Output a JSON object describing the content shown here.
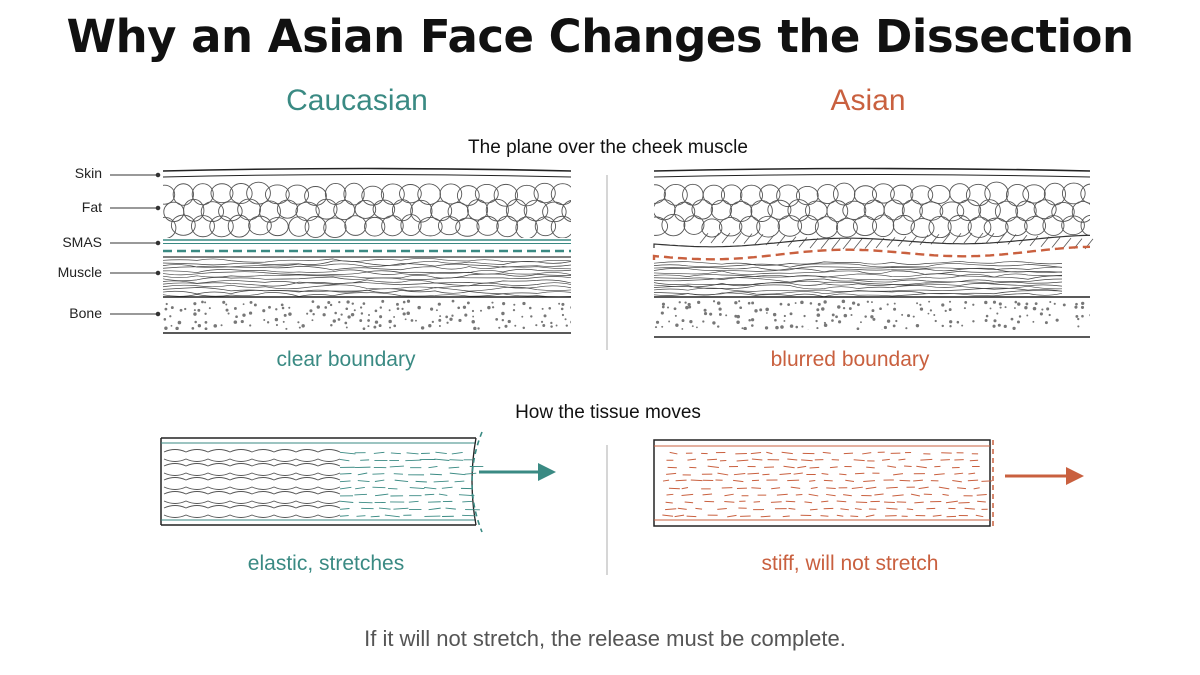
{
  "title": "Why an Asian Face Changes the Dissection",
  "columns": {
    "left": {
      "heading": "Caucasian"
    },
    "right": {
      "heading": "Asian"
    }
  },
  "sections": {
    "plane": {
      "label": "The plane over the cheek muscle",
      "layers": [
        "Skin",
        "Fat",
        "SMAS",
        "Muscle",
        "Bone"
      ],
      "left_caption": "clear boundary",
      "right_caption": "blurred boundary"
    },
    "movement": {
      "label": "How the tissue moves",
      "left_caption": "elastic, stretches",
      "right_caption": "stiff, will not stretch"
    }
  },
  "footer": "If it will not stretch, the release must be complete.",
  "colors": {
    "teal": "#3a8a83",
    "rust": "#c9603f",
    "ink": "#2b2b2b"
  }
}
